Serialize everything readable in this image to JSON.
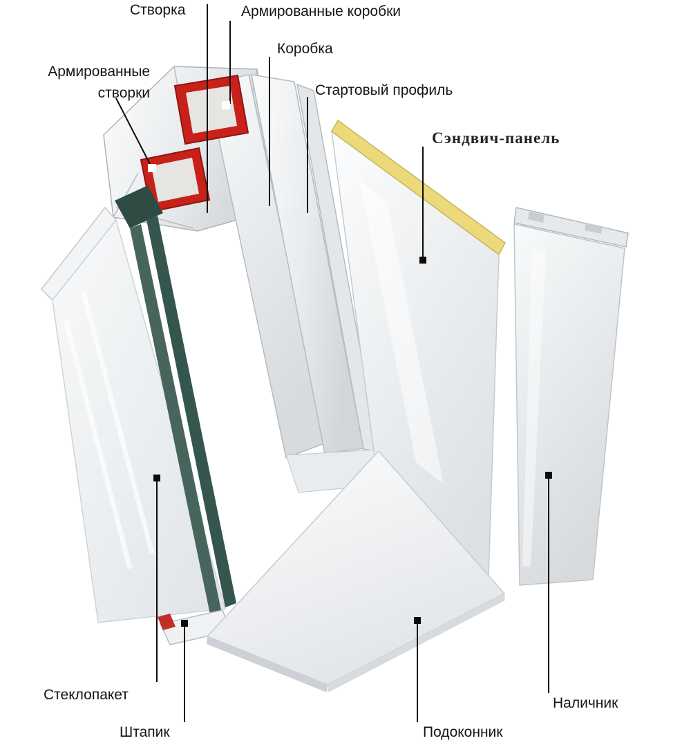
{
  "diagram": {
    "type": "labeled-diagram",
    "labels": [
      {
        "id": "stvorka",
        "text": "Створка"
      },
      {
        "id": "armirovannye-korobki",
        "text": "Армированные коробки"
      },
      {
        "id": "korobka",
        "text": "Коробка"
      },
      {
        "id": "armirovannye-stvorki",
        "text": "Армированные створки"
      },
      {
        "id": "startovyy-profil",
        "text": "Стартовый профиль"
      },
      {
        "id": "sendvich-panel",
        "text": "Сэндвич-панель"
      },
      {
        "id": "steklopaket",
        "text": "Стеклопакет"
      },
      {
        "id": "shtapik",
        "text": "Штапик"
      },
      {
        "id": "podokonnik",
        "text": "Подоконник"
      },
      {
        "id": "nalichnik",
        "text": "Наличник"
      }
    ],
    "colors": {
      "leader_line": "#0b0b0b",
      "reinforcement_red": "#c8211a",
      "sandwich_yellow": "#ecd979",
      "glass_teal": "#35564e",
      "pvc_light": "#eef0f2",
      "background": "#ffffff"
    }
  }
}
